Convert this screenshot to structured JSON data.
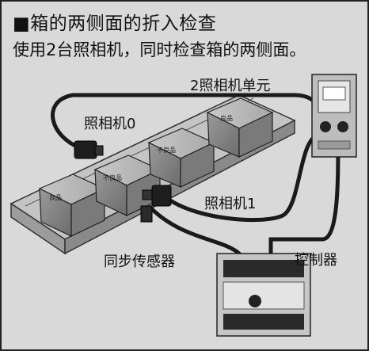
{
  "title": "■箱的两侧面的折入检查",
  "subtitle": "使用2台照相机，同时检查箱的两侧面。",
  "labels": {
    "camera_unit": "2照相机单元",
    "camera0": "照相机0",
    "camera1": "照相机1",
    "sync_sensor": "同步传感器",
    "controller": "控制器"
  },
  "box_labels": [
    "良品",
    "不良品",
    "不良品",
    "良品"
  ]
}
